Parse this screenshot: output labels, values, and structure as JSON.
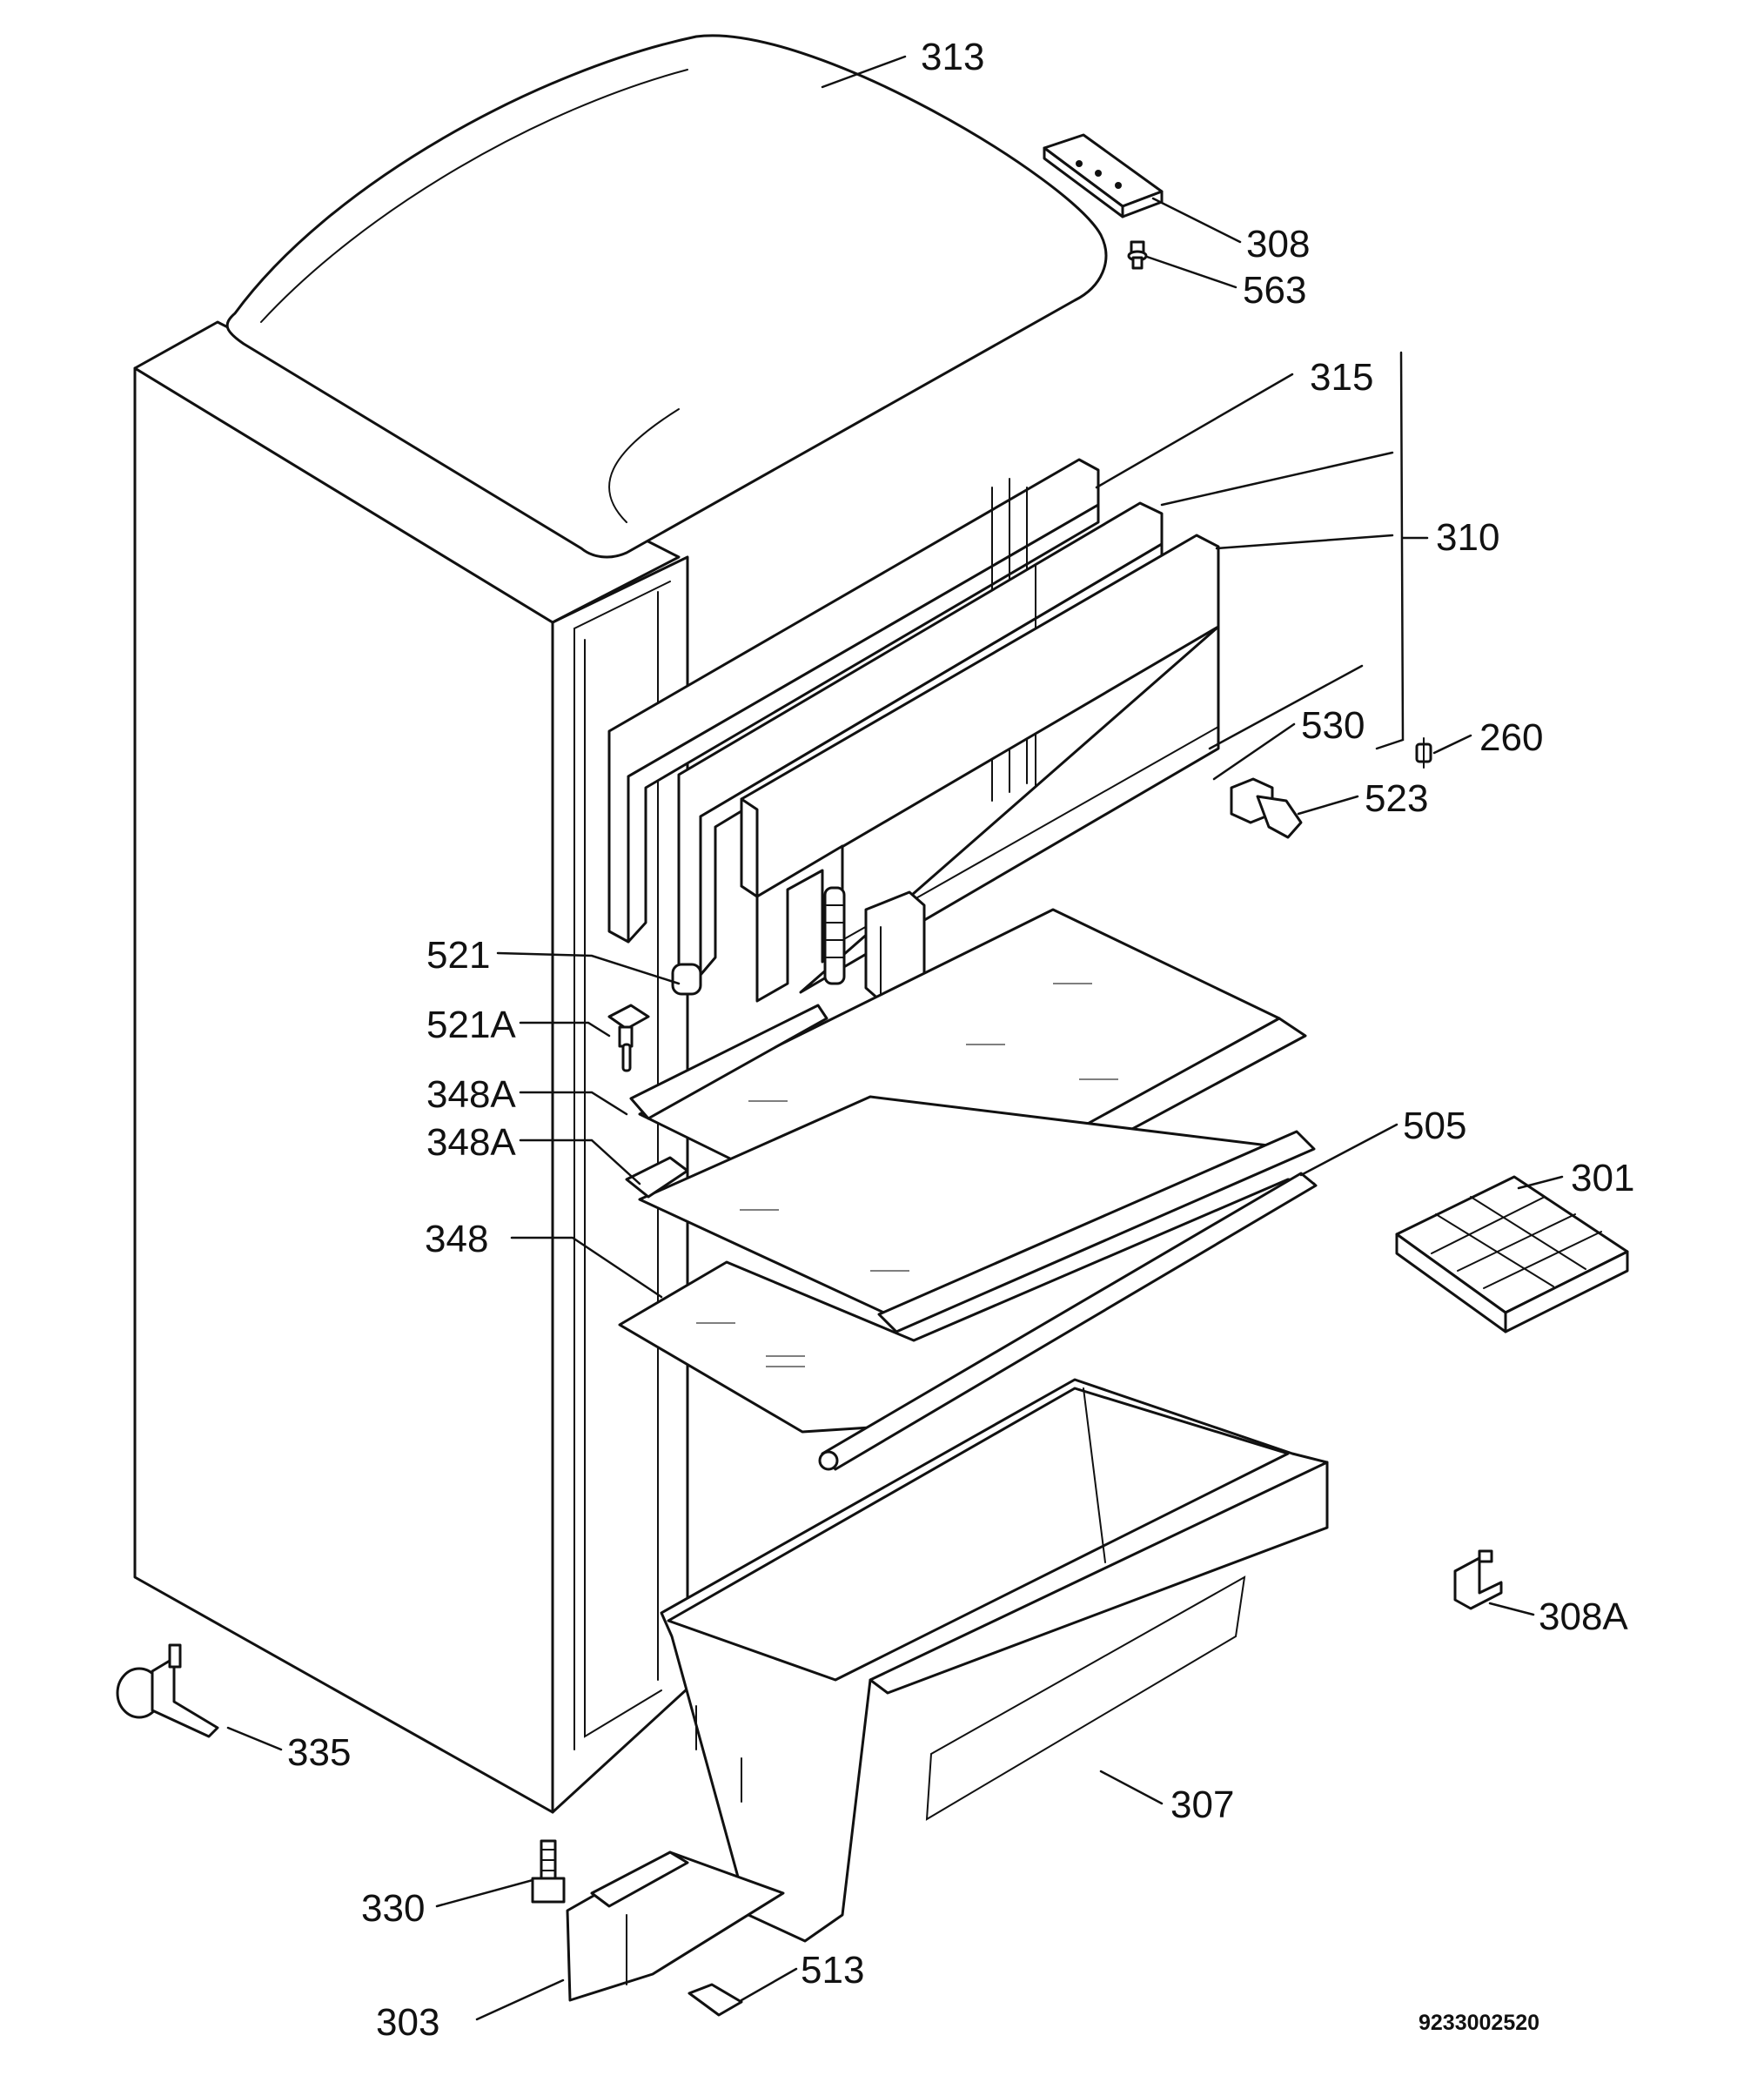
{
  "labels": {
    "p313": "313",
    "p308": "308",
    "p563": "563",
    "p315": "315",
    "p310": "310",
    "p530": "530",
    "p260": "260",
    "p523": "523",
    "p521": "521",
    "p521a": "521A",
    "p348a_1": "348A",
    "p348a_2": "348A",
    "p505": "505",
    "p301": "301",
    "p348": "348",
    "p308a": "308A",
    "p335": "335",
    "p307": "307",
    "p330": "330",
    "p513": "513",
    "p303": "303"
  },
  "drawing_code": "9233002520"
}
